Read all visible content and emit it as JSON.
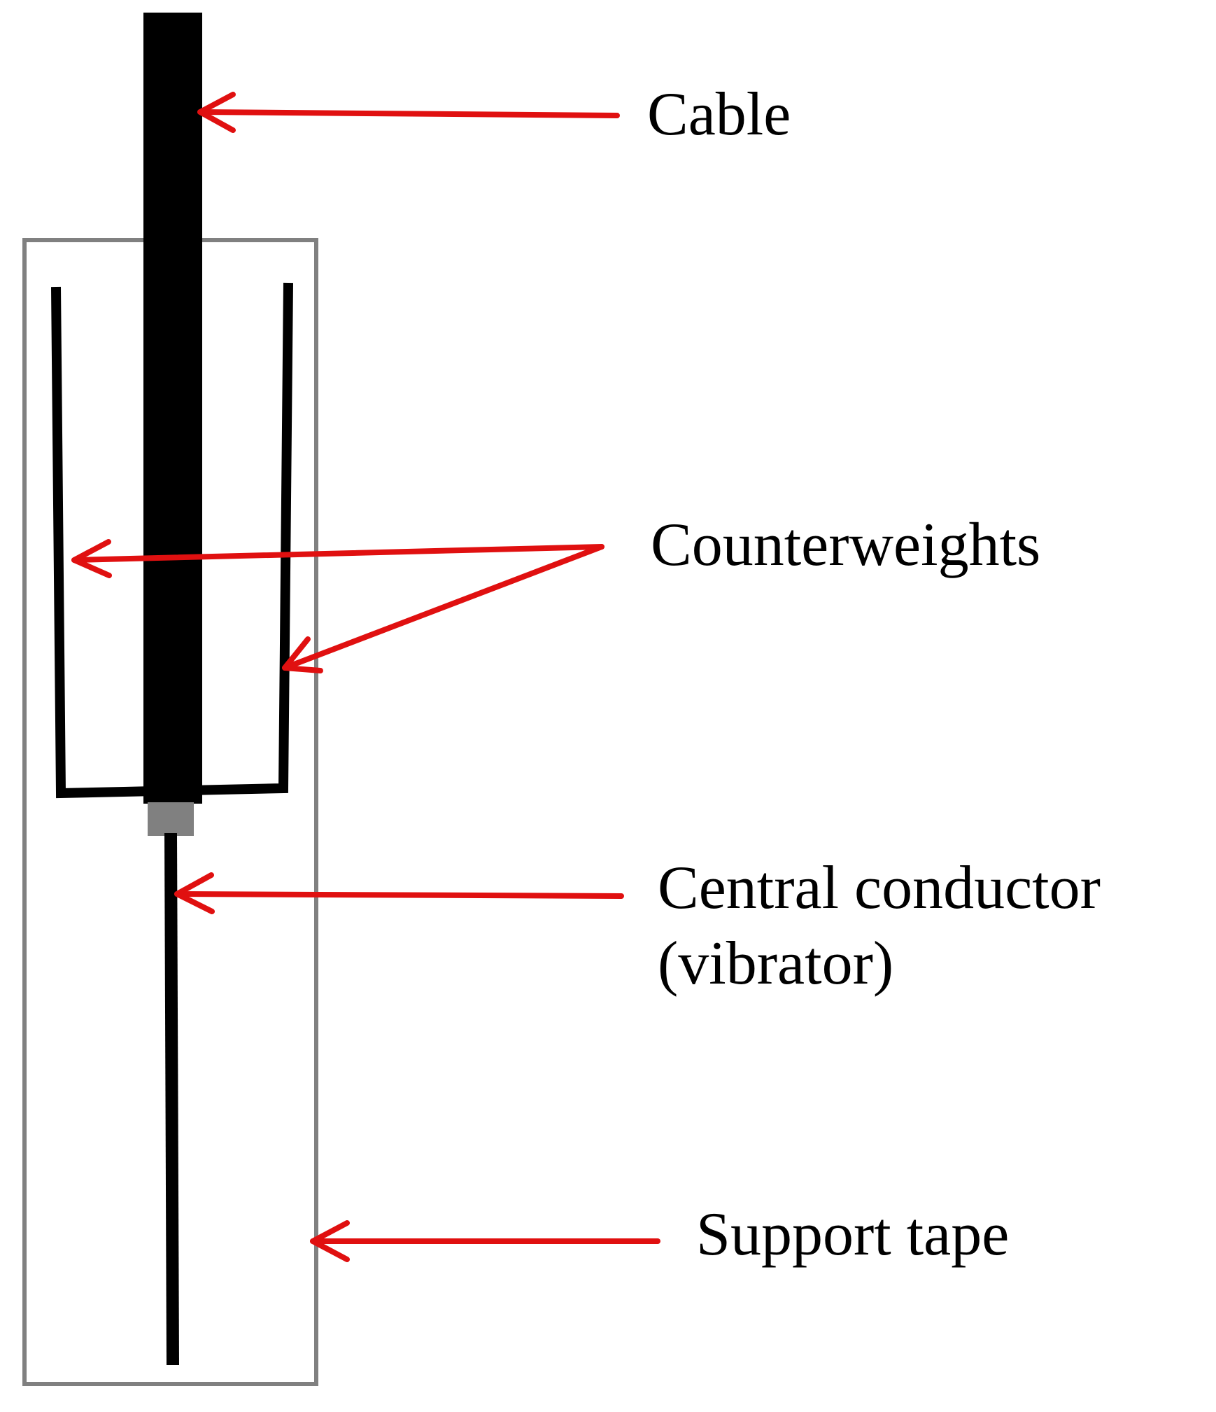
{
  "labels": {
    "cable": "Cable",
    "counterweights": "Counterweights",
    "central_line1": "Central conductor",
    "central_line2": "(vibrator)",
    "support_tape": "Support tape"
  },
  "colors": {
    "arrow": "#e01010",
    "cable": "#000000",
    "connector": "#808080",
    "tape_border": "#808080"
  }
}
